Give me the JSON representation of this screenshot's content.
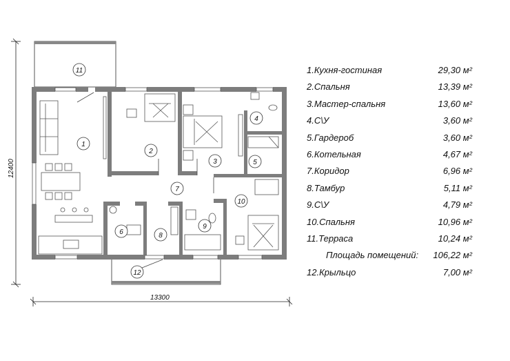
{
  "dimensions": {
    "width": "13300",
    "height": "12400"
  },
  "room_numbers": [
    "1",
    "2",
    "3",
    "4",
    "5",
    "6",
    "7",
    "8",
    "9",
    "10",
    "11",
    "12"
  ],
  "legend": [
    {
      "name": "1.Кухня-гостиная",
      "value": "29,30 м²"
    },
    {
      "name": "2.Спальня",
      "value": "13,39 м²"
    },
    {
      "name": "3.Мастер-спальня",
      "value": "13,60 м²"
    },
    {
      "name": "4.С\\У",
      "value": "3,60 м²"
    },
    {
      "name": "5.Гардероб",
      "value": "3,60 м²"
    },
    {
      "name": "6.Котельная",
      "value": "4,67 м²"
    },
    {
      "name": "7.Коридор",
      "value": "6,96 м²"
    },
    {
      "name": "8.Тамбур",
      "value": "5,11 м²"
    },
    {
      "name": "9.С\\У",
      "value": "4,79 м²"
    },
    {
      "name": "10.Спальня",
      "value": "10,96 м²"
    },
    {
      "name": "11.Терраса",
      "value": "10,24 м²"
    },
    {
      "name": "Площадь помещений:",
      "value": "106,22 м²"
    },
    {
      "name": "12.Крыльцо",
      "value": "7,00 м²"
    }
  ]
}
